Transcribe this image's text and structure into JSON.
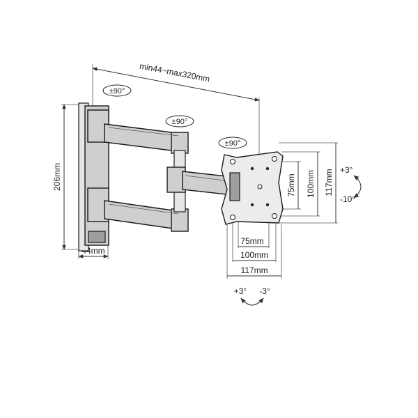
{
  "rotations": {
    "wall_swivel": "±90°",
    "middle_swivel": "±90°",
    "head_swivel": "±90°"
  },
  "dimensions": {
    "extension": "min44~max320mm",
    "wall_plate_height": "206mm",
    "wall_depth": "44mm",
    "vesa_h_small": "75mm",
    "vesa_h_medium": "100mm",
    "vesa_h_large": "117mm",
    "vesa_v_small": "75mm",
    "vesa_v_medium": "100mm",
    "vesa_v_large": "117mm"
  },
  "tilt": {
    "vertical_up": "+3°",
    "vertical_down": "-10°",
    "horizontal_left": "+3°",
    "horizontal_right": "-3°"
  }
}
